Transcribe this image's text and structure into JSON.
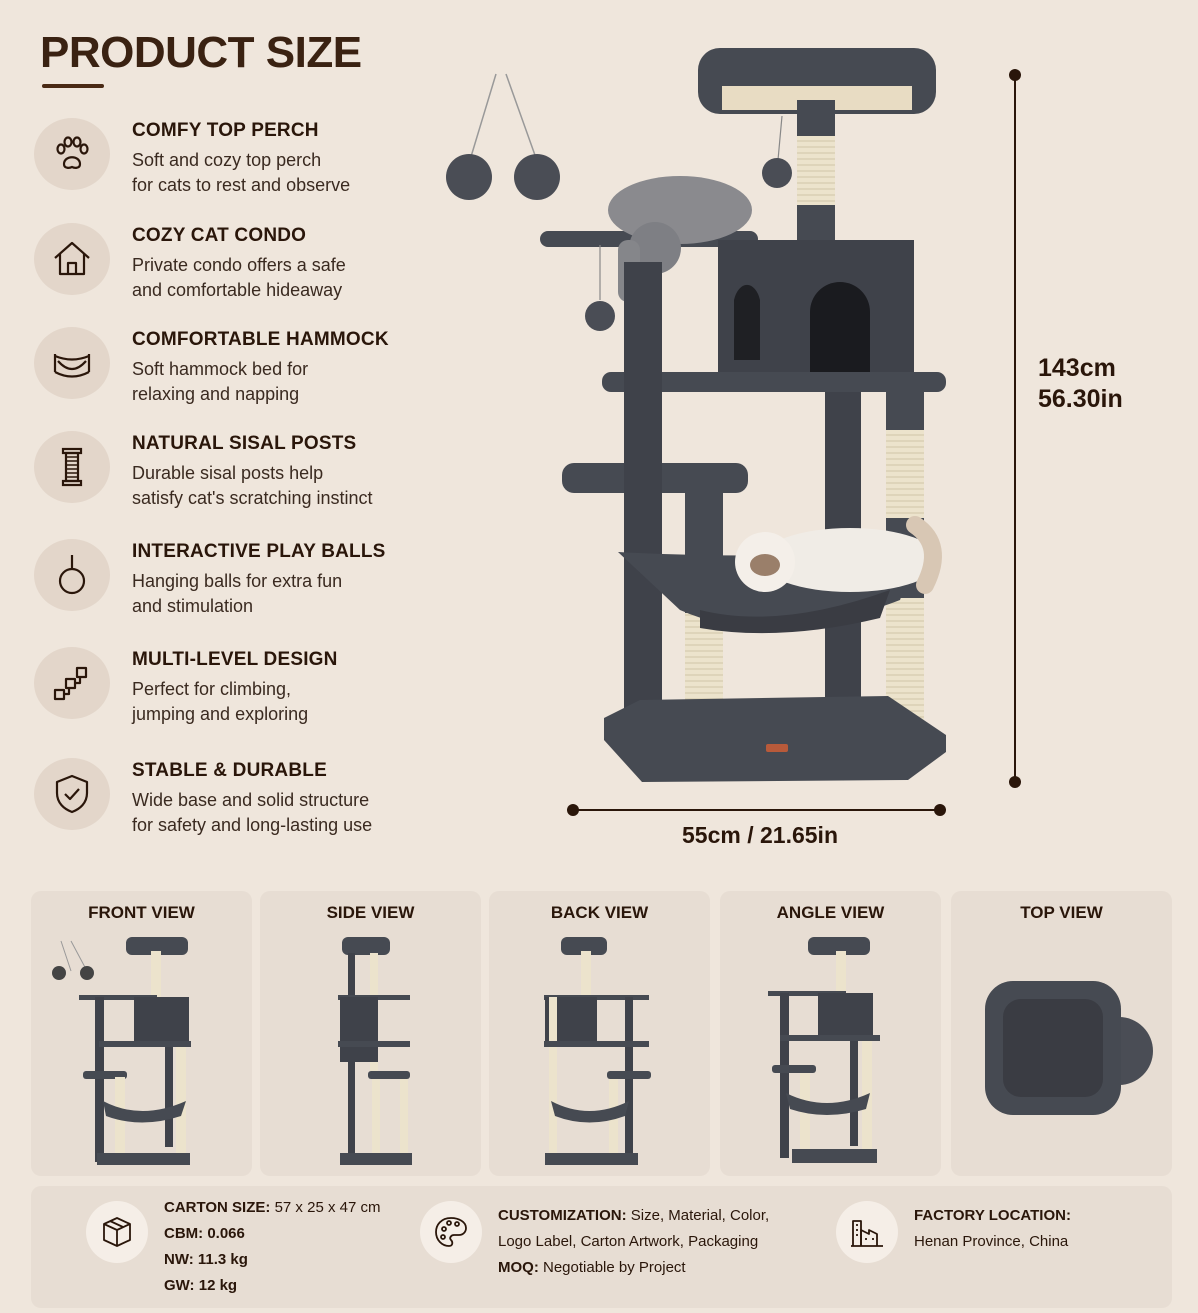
{
  "title": "PRODUCT SIZE",
  "features": [
    {
      "icon": "paw-icon",
      "title": "COMFY TOP PERCH",
      "line1": "Soft and cozy top perch",
      "line2": "for cats to rest and observe"
    },
    {
      "icon": "house-icon",
      "title": "COZY CAT CONDO",
      "line1": "Private condo offers a safe",
      "line2": "and comfortable hideaway"
    },
    {
      "icon": "hammock-icon",
      "title": "COMFORTABLE HAMMOCK",
      "line1": "Soft hammock bed for",
      "line2": "relaxing and napping"
    },
    {
      "icon": "sisal-post-icon",
      "title": "NATURAL SISAL POSTS",
      "line1": "Durable sisal posts help",
      "line2": "satisfy cat's scratching instinct"
    },
    {
      "icon": "ball-icon",
      "title": "INTERACTIVE PLAY BALLS",
      "line1": "Hanging balls for extra fun",
      "line2": "and stimulation"
    },
    {
      "icon": "stairs-icon",
      "title": "MULTI-LEVEL DESIGN",
      "line1": "Perfect for climbing,",
      "line2": "jumping and exploring"
    },
    {
      "icon": "shield-icon",
      "title": "STABLE & DURABLE",
      "line1": "Wide base and solid structure",
      "line2": "for safety and long-lasting use"
    }
  ],
  "dimensions": {
    "height_cm": "143cm",
    "height_in": "56.30in",
    "width": "55cm / 21.65in"
  },
  "views": [
    "FRONT VIEW",
    "SIDE VIEW",
    "BACK VIEW",
    "ANGLE VIEW",
    "TOP VIEW"
  ],
  "info": {
    "carton_label": "CARTON SIZE:",
    "carton_value": "57 x 25 x 47 cm",
    "cbm_label": "CBM:",
    "cbm_value": "0.066",
    "nw_label": "NW:",
    "nw_value": "11.3 kg",
    "gw_label": "GW:",
    "gw_value": "12 kg",
    "custom_label": "CUSTOMIZATION:",
    "custom_value1": "Size, Material, Color,",
    "custom_value2": "Logo Label, Carton Artwork, Packaging",
    "moq_label": "MOQ:",
    "moq_value": "Negotiable by Project",
    "factory_label": "FACTORY LOCATION:",
    "factory_value": "Henan Province, China"
  },
  "colors": {
    "background": "#efe6dc",
    "accent": "#4a2a15",
    "plush": "#44474f",
    "sisal": "#ece3cc"
  }
}
